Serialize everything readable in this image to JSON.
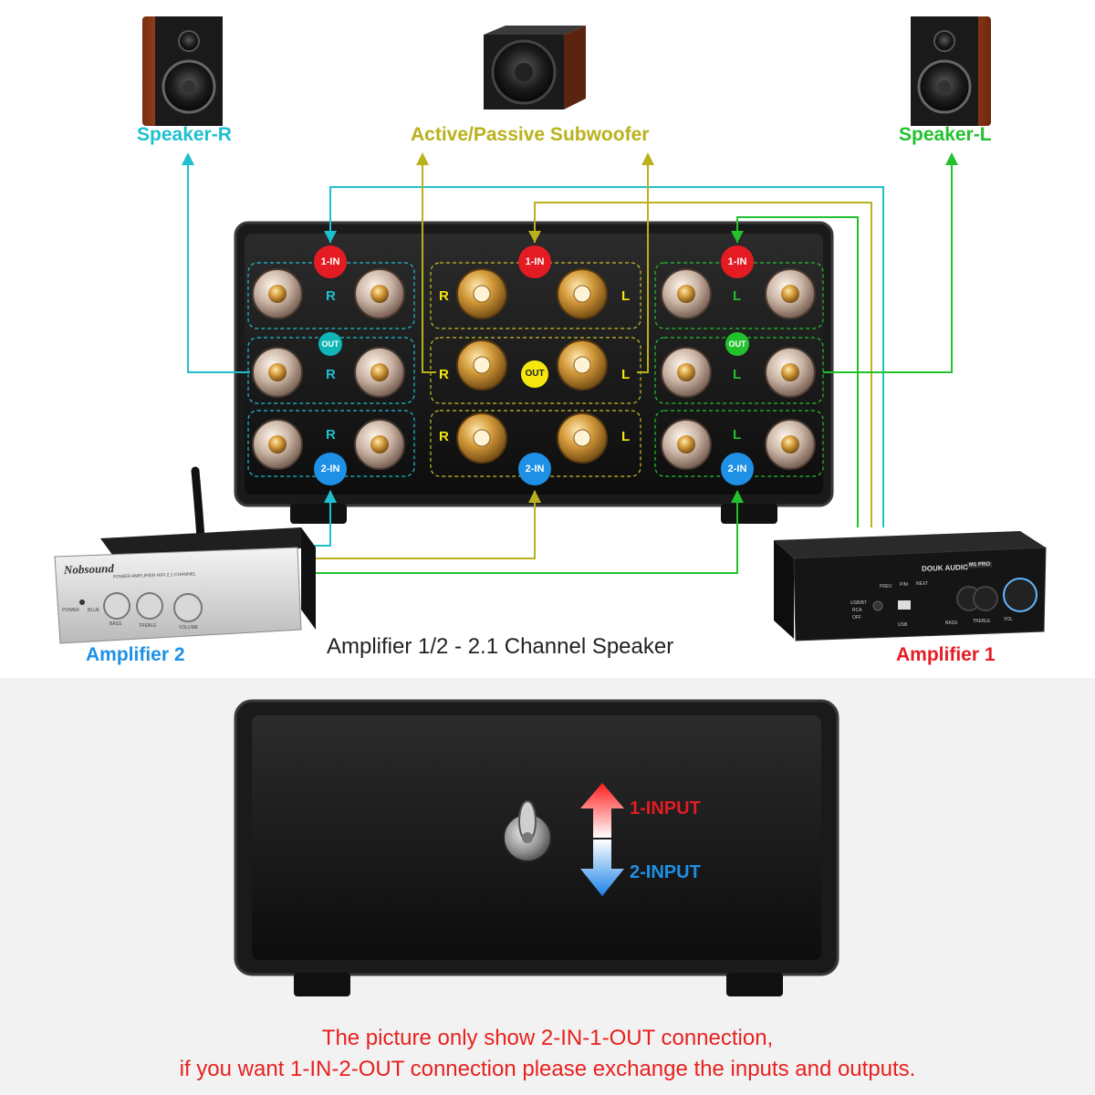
{
  "colors": {
    "speaker_r": "#1ec0cf",
    "subwoofer": "#b9b21c",
    "speaker_l": "#22c22d",
    "input1": "#e51b23",
    "input2": "#1e90e6",
    "out_sub": "#f4e60e",
    "notice": "#e8211f"
  },
  "labels": {
    "speaker_r": "Speaker-R",
    "subwoofer": "Active/Passive Subwoofer",
    "speaker_l": "Speaker-L",
    "amplifier_2": "Amplifier 2",
    "amplifier_1": "Amplifier 1",
    "caption": "Amplifier 1/2 - 2.1 Channel Speaker"
  },
  "badges": {
    "in1": "1-IN",
    "in2": "2-IN",
    "out": "OUT"
  },
  "channels": {
    "right": "R",
    "left": "L"
  },
  "amp2": {
    "brand": "Nobsound",
    "model": "POWER AMPLIFIER HIFI 2.1 CHANNEL",
    "power": "POWER",
    "bt": "BLUE",
    "knobs": [
      "BASS",
      "TREBLE",
      "VOLUME"
    ]
  },
  "amp1": {
    "brand": "DOUK AUDIO",
    "model": "M1 PRO",
    "buttons": [
      "PREV",
      "P/M",
      "NEXT"
    ],
    "source_labels": [
      "USB/BT",
      "RCA",
      "OFF"
    ],
    "usb": "USB",
    "knobs": [
      "BASS",
      "TREBLE",
      "VOL"
    ]
  },
  "switch_labels": {
    "up": "1-INPUT",
    "down": "2-INPUT"
  },
  "notice": {
    "line1": "The picture only show 2-IN-1-OUT connection,",
    "line2": "if you want 1-IN-2-OUT connection please exchange the inputs and outputs."
  }
}
